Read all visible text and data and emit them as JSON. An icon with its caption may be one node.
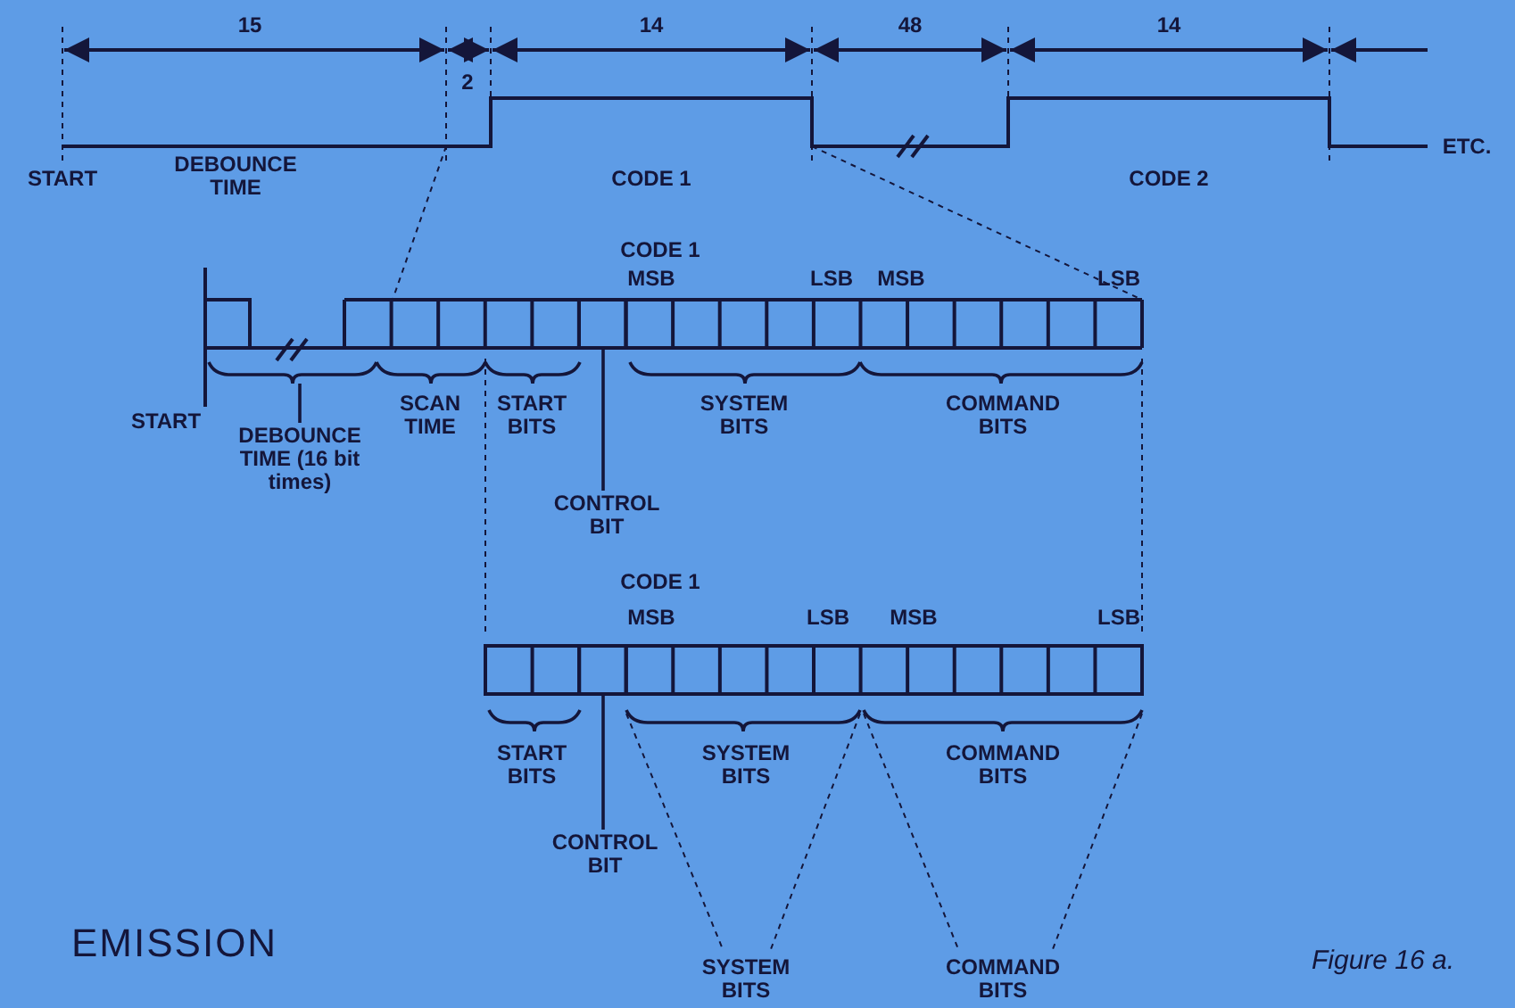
{
  "diagram": {
    "title": "EMISSION",
    "caption": "Figure 16 a.",
    "nodes": [
      {
        "text": [
          "DEBOUNCE TIME (16 bit times)"
        ]
      },
      {
        "text": [
          "CONTROL BIT"
        ]
      },
      {
        "text": [
          "CONTROL BIT"
        ]
      },
      {
        "text": [],
        "shape": "box"
      },
      {
        "text": [],
        "shape": "box"
      },
      {
        "text": [],
        "shape": "bracket"
      }
    ],
    "edges": [
      {
        "from": 0,
        "to": 5,
        "arrow": "none"
      },
      {
        "from": 1,
        "to": 3,
        "arrow": "none"
      },
      {
        "from": 2,
        "to": 4,
        "arrow": "none"
      }
    ],
    "labels": [
      "15",
      "2",
      "14",
      "48",
      "14",
      "START",
      "DEBOUNCE TIME",
      "CODE 1",
      "CODE 2",
      "ETC.",
      "CODE 1",
      "MSB",
      "LSB",
      "MSB",
      "LSB",
      "START",
      "SCAN TIME",
      "START BITS",
      "SYSTEM BITS",
      "COMMAND BITS",
      "CODE 1",
      "MSB",
      "LSB",
      "MSB",
      "LSB",
      "START BITS",
      "SYSTEM BITS",
      "COMMAND BITS",
      "SYSTEM BITS",
      "COMMAND BITS"
    ]
  }
}
